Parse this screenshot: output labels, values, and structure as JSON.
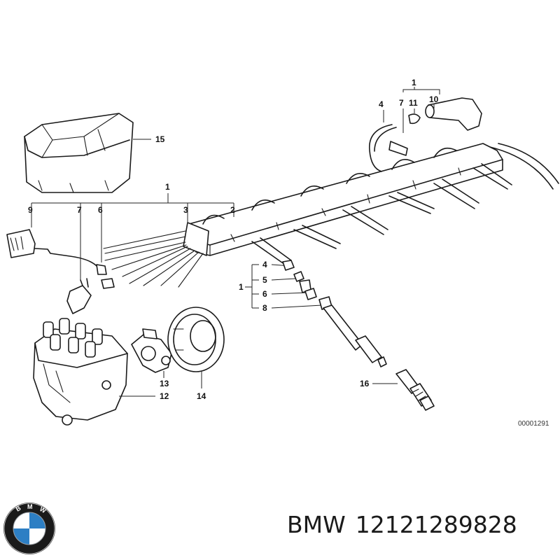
{
  "diagram": {
    "callouts": {
      "c1_top": "1",
      "c4_top": "4",
      "c7_top": "7",
      "c11": "11",
      "c10": "10",
      "c15": "15",
      "c1_left": "1",
      "c9": "9",
      "c7_left": "7",
      "c6_left": "6",
      "c3": "3",
      "c2": "2",
      "c4_mid": "4",
      "c1_mid": "1",
      "c5": "5",
      "c6_mid": "6",
      "c8": "8",
      "c13": "13",
      "c14": "14",
      "c12": "12",
      "c16": "16"
    },
    "drawing_code": "00001291"
  },
  "footer": {
    "brand": "BMW",
    "part_number": "12121289828"
  },
  "colors": {
    "logo_blue": "#2d7fc4",
    "logo_ring": "#1a1a1a",
    "line": "#1a1a1a"
  }
}
